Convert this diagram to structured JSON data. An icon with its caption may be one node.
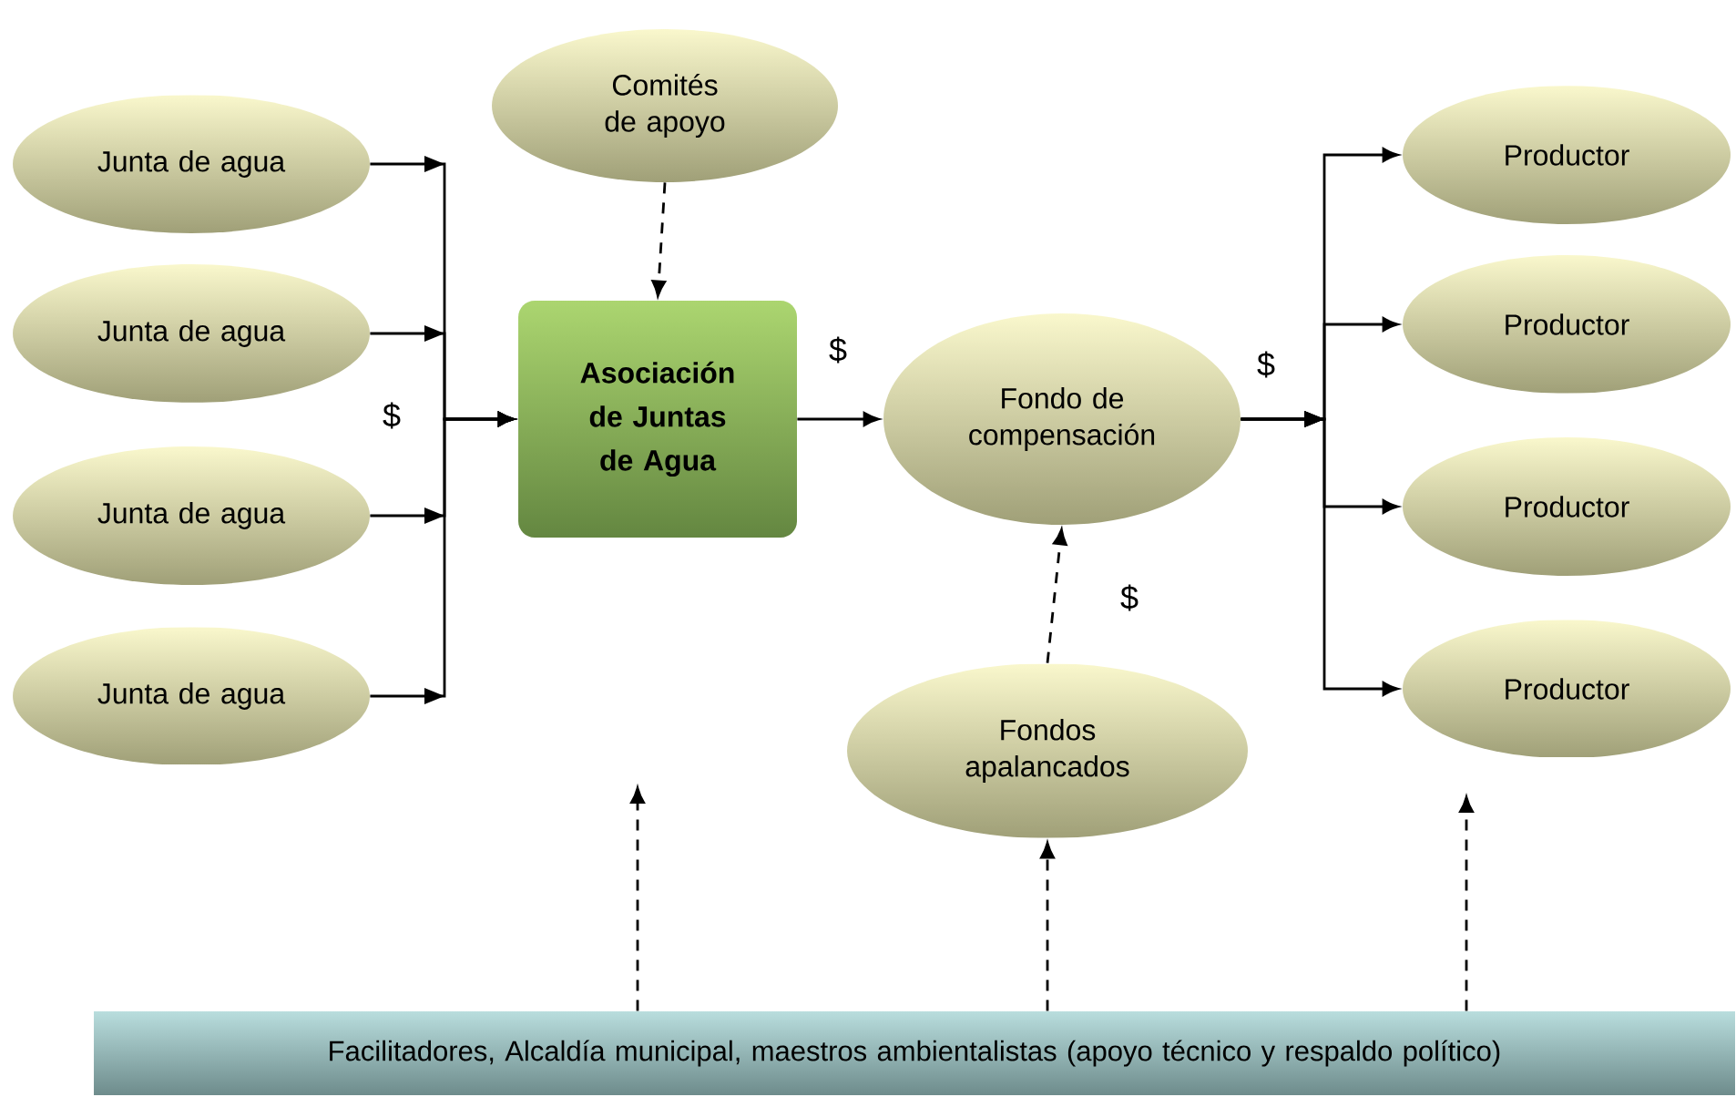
{
  "diagram": {
    "nodes": [
      {
        "text": [
          "Junta de agua"
        ]
      },
      {
        "text": [
          "Junta de agua"
        ]
      },
      {
        "text": [
          "Junta de agua"
        ]
      },
      {
        "text": [
          "Junta de agua"
        ]
      },
      {
        "text": [
          "Comités de apoyo"
        ]
      },
      {
        "text": [
          "Asociación de Juntas de Agua"
        ]
      },
      {
        "text": [
          "Fondo de compensación"
        ]
      },
      {
        "text": [
          "Productor"
        ]
      },
      {
        "text": [
          "Productor"
        ]
      },
      {
        "text": [
          "Productor"
        ]
      },
      {
        "text": [
          "Productor"
        ]
      },
      {
        "text": [
          "Fondos apalancados"
        ]
      },
      {
        "text": [
          "Facilitadores, Alcaldía municipal, maestros ambientalistas (apoyo técnico y respaldo político)"
        ]
      }
    ],
    "edges": [
      {
        "from": 0,
        "to": 5,
        "arrow": "to"
      },
      {
        "from": 1,
        "to": 5,
        "arrow": "to",
        "label": "$"
      },
      {
        "from": 2,
        "to": 5,
        "arrow": "to"
      },
      {
        "from": 3,
        "to": 5,
        "arrow": "to"
      },
      {
        "from": 4,
        "to": 5,
        "arrow": "to",
        "style": "dashed"
      },
      {
        "from": 5,
        "to": 6,
        "arrow": "to",
        "label": "$"
      },
      {
        "from": 6,
        "to": 7,
        "arrow": "to",
        "label": "$"
      },
      {
        "from": 6,
        "to": 8,
        "arrow": "to"
      },
      {
        "from": 6,
        "to": 9,
        "arrow": "to"
      },
      {
        "from": 6,
        "to": 10,
        "arrow": "to"
      },
      {
        "from": 11,
        "to": 6,
        "arrow": "to",
        "style": "dashed",
        "label": "$"
      },
      {
        "from": 12,
        "to": null,
        "arrow": "to",
        "style": "dashed"
      },
      {
        "from": 12,
        "to": 11,
        "arrow": "to",
        "style": "dashed"
      },
      {
        "from": 12,
        "to": null,
        "arrow": "to",
        "style": "dashed"
      }
    ]
  }
}
